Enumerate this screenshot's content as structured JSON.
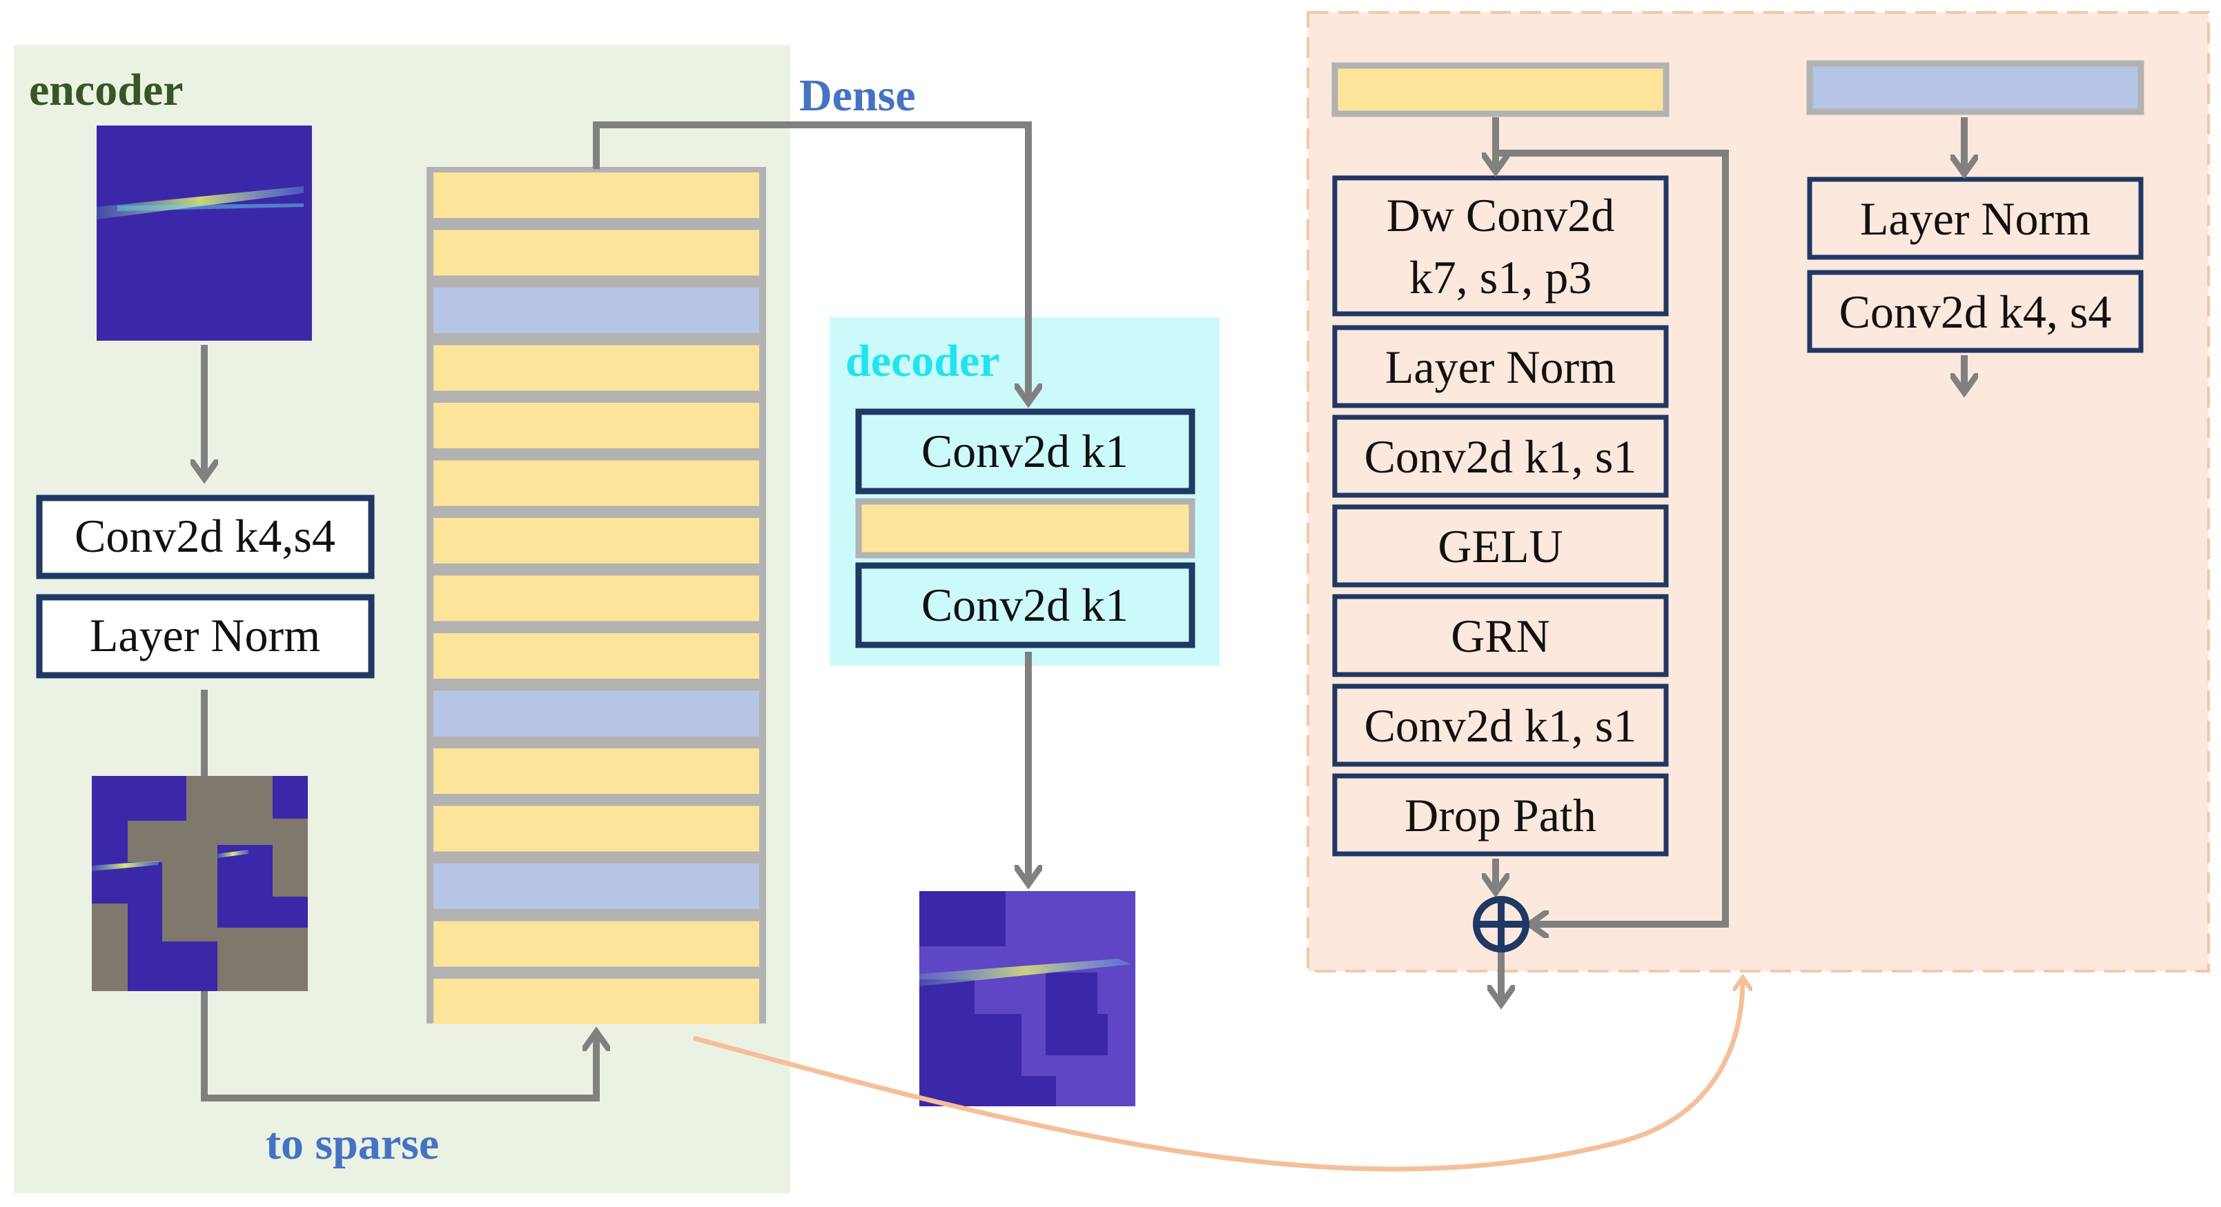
{
  "labels": {
    "encoder": "encoder",
    "decoder": "decoder",
    "dense": "Dense",
    "to_sparse": "to sparse"
  },
  "encoder_blocks": {
    "conv": "Conv2d k4,s4",
    "norm": "Layer Norm"
  },
  "decoder_blocks": {
    "conv_top": "Conv2d k1",
    "conv_bottom": "Conv2d k1"
  },
  "convnext_block": {
    "dwconv_line1": "Dw Conv2d",
    "dwconv_line2": "k7, s1, p3",
    "norm": "Layer Norm",
    "conv1": "Conv2d k1, s1",
    "gelu": "GELU",
    "grn": "GRN",
    "conv2": "Conv2d k1, s1",
    "droppath": "Drop Path"
  },
  "downsample_block": {
    "norm": "Layer Norm",
    "conv": "Conv2d k4, s4"
  },
  "stack_layers": [
    "block",
    "block",
    "downsample",
    "block",
    "block",
    "block",
    "block",
    "block",
    "block",
    "downsample",
    "block",
    "block",
    "downsample",
    "block",
    "block"
  ],
  "colors": {
    "encoder_bg": "#ebf2e4",
    "decoder_bg": "#ccfafa",
    "detail_bg": "#fce8dc",
    "block_yellow": "#fde49b",
    "downsample_blue": "#b6c5e6",
    "box_border": "#1f3864",
    "arrow_gray": "#808080",
    "curve_orange": "#f5bf98",
    "encoder_text": "#375623",
    "decoder_text": "#21e4f0",
    "dense_text": "#4472c4",
    "image_blue": "#3b28a8",
    "mask_gray": "#7e786d"
  }
}
